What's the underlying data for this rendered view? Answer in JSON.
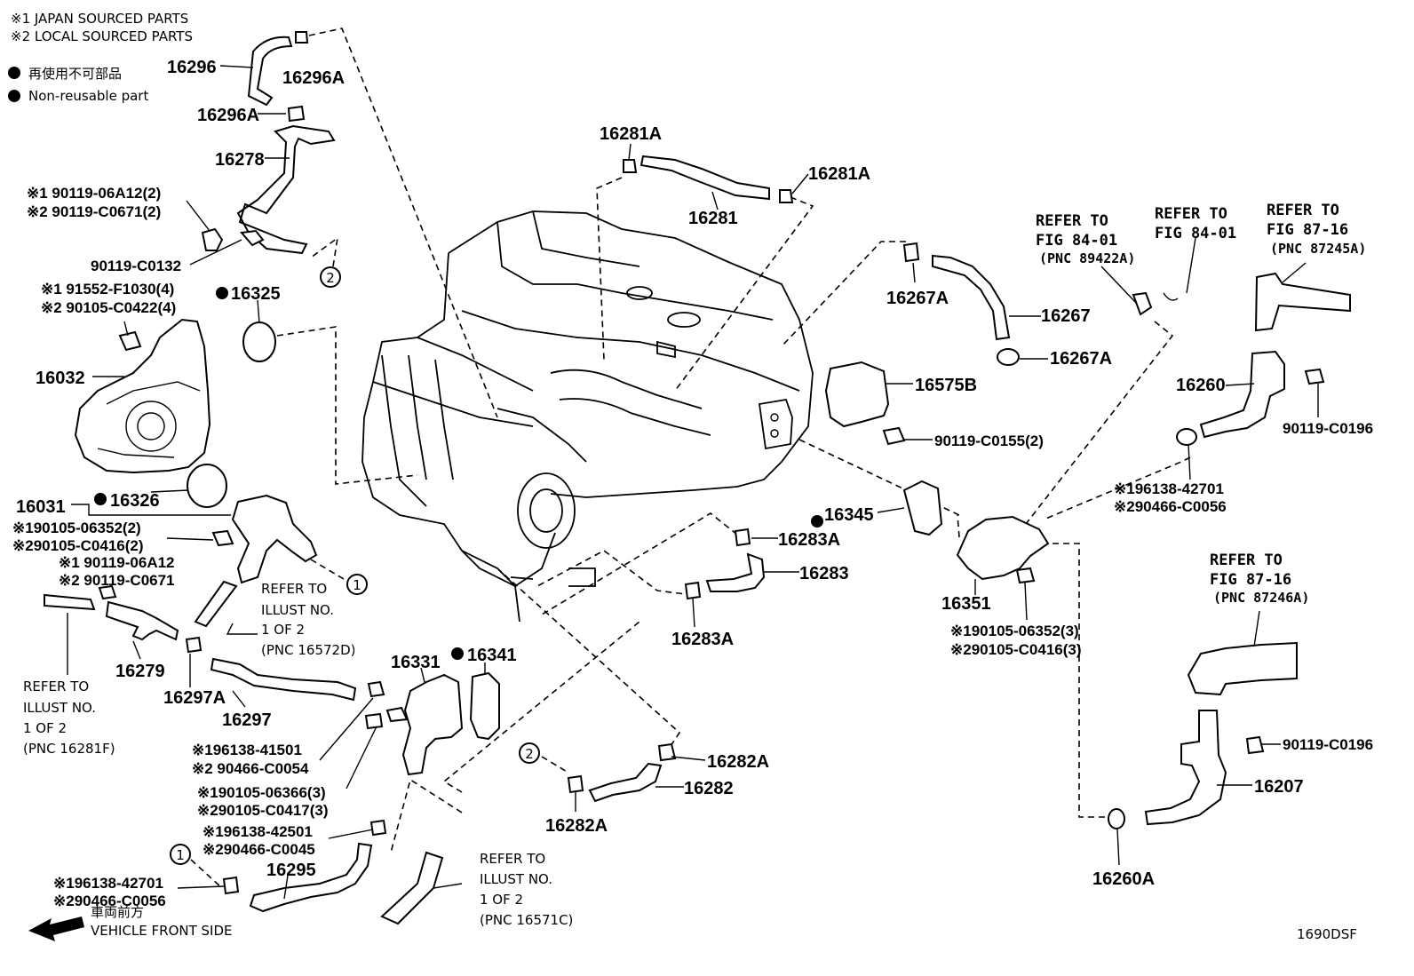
{
  "legend": {
    "line1": "※1  JAPAN SOURCED PARTS",
    "line2": "※2  LOCAL SOURCED PARTS",
    "nonreusable_ja": "再使用不可部品",
    "nonreusable_en": "Non-reusable part"
  },
  "parts": {
    "p16296": "16296",
    "p16296A_a": "16296A",
    "p16296A_b": "16296A",
    "p16278": "16278",
    "s1_90119_06A12_2": "※1 90119-06A12(2)",
    "s2_90119_C0671_2": "※2 90119-C0671(2)",
    "p90119_C0132": "90119-C0132",
    "s1_91552_F1030_4": "※1 91552-F1030(4)",
    "s2_90105_C0422_4": "※2 90105-C0422(4)",
    "p16325": "16325",
    "p16032": "16032",
    "p16031": "16031",
    "p16326": "16326",
    "s1_90105_06352_2": "※190105-06352(2)",
    "s2_90105_C0416_2": "※290105-C0416(2)",
    "s1_90119_06A12": "※1 90119-06A12",
    "s2_90119_C0671": "※2 90119-C0671",
    "p16279": "16279",
    "p16297A": "16297A",
    "p16297": "16297",
    "p16331": "16331",
    "p16341": "16341",
    "s1_96138_41501": "※196138-41501",
    "s2_90466_C0054": "※2 90466-C0054",
    "s1_90105_06366_3": "※190105-06366(3)",
    "s2_90105_C0417_3": "※290105-C0417(3)",
    "s1_96138_42501": "※196138-42501",
    "s2_90466_C0045": "※290466-C0045",
    "s1_96138_42701_a": "※196138-42701",
    "s2_90466_C0056_a": "※290466-C0056",
    "p16295": "16295",
    "p16281A_a": "16281A",
    "p16281A_b": "16281A",
    "p16281": "16281",
    "p16267A_a": "16267A",
    "p16267": "16267",
    "p16267A_b": "16267A",
    "p16575B": "16575B",
    "p90119_C0155_2": "90119-C0155(2)",
    "p16345": "16345",
    "p16283A_a": "16283A",
    "p16283": "16283",
    "p16283A_b": "16283A",
    "p16351": "16351",
    "s1_90105_06352_3": "※190105-06352(3)",
    "s2_90105_C0416_3": "※290105-C0416(3)",
    "p16282A_a": "16282A",
    "p16282": "16282",
    "p16282A_b": "16282A",
    "p16260": "16260",
    "p90119_C0196_a": "90119-C0196",
    "s1_96138_42701_b": "※196138-42701",
    "s2_90466_C0056_b": "※290466-C0056",
    "p90119_C0196_b": "90119-C0196",
    "p16207": "16207",
    "p16260A": "16260A"
  },
  "refs": {
    "r1_l1": "REFER TO",
    "r1_l2": "FIG 84-01",
    "r1_l3": "(PNC 89422A)",
    "r2_l1": "REFER TO",
    "r2_l2": "FIG 84-01",
    "r3_l1": "REFER TO",
    "r3_l2": "FIG 87-16",
    "r3_l3": "(PNC 87245A)",
    "r4_l1": "REFER TO",
    "r4_l2": "FIG 87-16",
    "r4_l3": "(PNC 87246A)",
    "i1_l1": "REFER TO",
    "i1_l2": "ILLUST NO.",
    "i1_l3": "1 OF 2",
    "i1_l4": "(PNC 16572D)",
    "i2_l1": "REFER TO",
    "i2_l2": "ILLUST NO.",
    "i2_l3": "1 OF 2",
    "i2_l4": "(PNC 16281F)",
    "i3_l1": "REFER TO",
    "i3_l2": "ILLUST NO.",
    "i3_l3": "1 OF 2",
    "i3_l4": "(PNC 16571C)"
  },
  "callouts": {
    "c1": "1",
    "c2": "2"
  },
  "front": {
    "ja": "車両前方",
    "en": "VEHICLE FRONT SIDE"
  },
  "figure_id": "1690DSF"
}
